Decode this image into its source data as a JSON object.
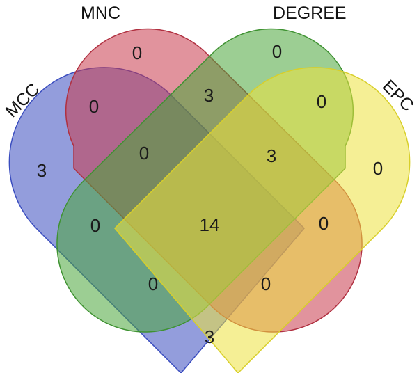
{
  "sets": [
    {
      "key": "mcc",
      "label": "MCC",
      "fill": "#3a4dbf",
      "stroke": "#3a4dbf"
    },
    {
      "key": "mnc",
      "label": "MNC",
      "fill": "#c83b4d",
      "stroke": "#b03040"
    },
    {
      "key": "degree",
      "label": "DEGREE",
      "fill": "#4aa53a",
      "stroke": "#3f9232"
    },
    {
      "key": "epc",
      "label": "EPC",
      "fill": "#ece23e",
      "stroke": "#d8cf2a"
    }
  ],
  "regions": {
    "mcc_only": "3",
    "mnc_only": "0",
    "degree_only": "0",
    "epc_only": "0",
    "mcc_mnc": "0",
    "mnc_degree": "3",
    "degree_epc": "0",
    "mcc_mnc_degree": "0",
    "mnc_degree_epc": "3",
    "mcc_degree": "0",
    "all_four": "14",
    "mnc_epc": "0",
    "mcc_degree_epc": "0",
    "mcc_mnc_epc": "0",
    "mcc_epc": "3"
  }
}
